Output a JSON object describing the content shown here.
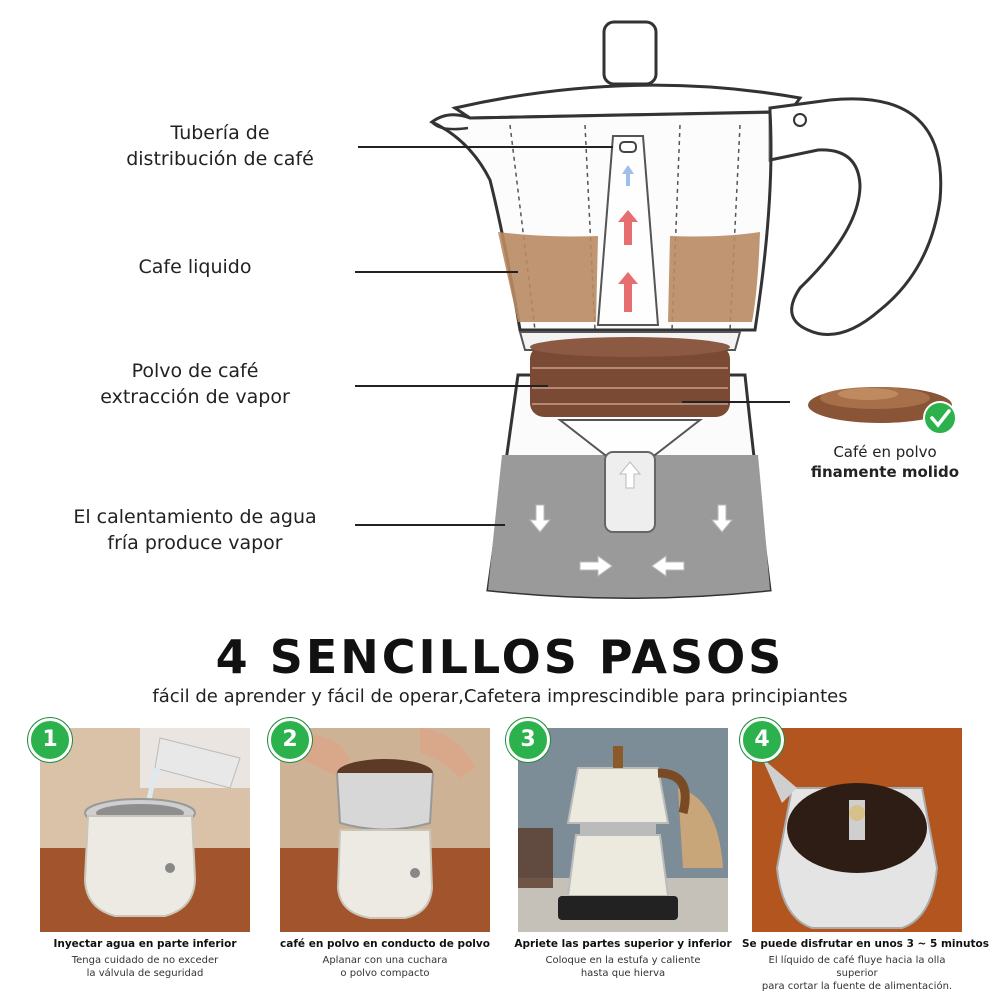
{
  "labels": {
    "pipe_line1": "Tubería de",
    "pipe_line2": "distribución de café",
    "liquid": "Cafe liquido",
    "powder_line1": "Polvo de café",
    "powder_line2": "extracción de vapor",
    "water_line1": "El calentamiento de agua",
    "water_line2": "fría produce vapor",
    "ground_line1": "Café en polvo",
    "ground_line2": "finamente molido"
  },
  "title": "4 SENCILLOS PASOS",
  "subtitle": "fácil de aprender y fácil de operar,Cafetera imprescindible para principiantes",
  "steps": [
    {
      "number": "1",
      "title": "Inyectar agua en parte inferior",
      "desc1": "Tenga cuidado de no exceder",
      "desc2": "la válvula de seguridad"
    },
    {
      "number": "2",
      "title": "café en polvo en conducto de polvo",
      "desc1": "Aplanar con una cuchara",
      "desc2": "o polvo compacto"
    },
    {
      "number": "3",
      "title": "Apriete las partes superior y inferior",
      "desc1": "Coloque en la estufa y caliente",
      "desc2": "hasta que hierva"
    },
    {
      "number": "4",
      "title": "Se puede disfrutar en unos 3 ~ 5 minutos",
      "desc1": "El líquido de café fluye hacia la olla superior",
      "desc2": "para cortar la fuente de alimentación."
    }
  ],
  "colors": {
    "coffee_liquid": "#b98a62",
    "coffee_powder": "#7a4a34",
    "water": "#9a9a9a",
    "badge_green": "#2bb24c",
    "arrow_red": "#e25555"
  }
}
